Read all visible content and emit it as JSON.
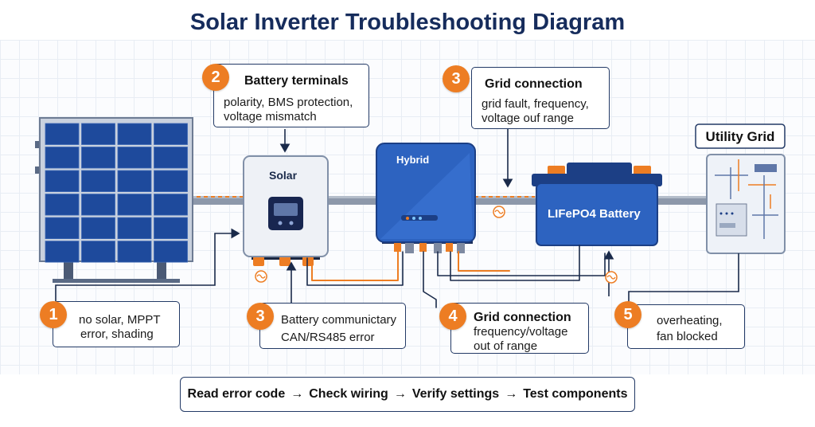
{
  "title": "Solar Inverter Troubleshooting Diagram",
  "devices": {
    "solar_inverter_label": "Solar",
    "hybrid_inverter_label": "Hybrid",
    "battery_label": "LIFePO4 Battery",
    "grid_label": "Utility Grid"
  },
  "callouts": [
    {
      "number": "2",
      "title": "Battery terminals",
      "lines": [
        "polarity, BMS protection,",
        "voltage mismatch"
      ]
    },
    {
      "number": "3",
      "title": "Grid connection",
      "lines": [
        "grid fault, frequency,",
        "voltage ouf range"
      ]
    },
    {
      "number": "1",
      "title": "",
      "lines": [
        "no solar, MPPT",
        "error, shading"
      ]
    },
    {
      "number": "3",
      "title": "",
      "lines": [
        "Battery communictary",
        "CAN/RS485 error"
      ]
    },
    {
      "number": "4",
      "title": "Grid connection",
      "lines": [
        "frequency/voltage",
        "out of range"
      ]
    },
    {
      "number": "5",
      "title": "",
      "lines": [
        "overheating,",
        "fan blocked"
      ]
    }
  ],
  "flow": {
    "steps": [
      "Read error code",
      "Check wiring",
      "Verify settings",
      "Test components"
    ],
    "separator": "→"
  },
  "colors": {
    "accent_orange": "#ed7d23",
    "navy": "#162c5c",
    "panel_blue": "#1e4a9c",
    "device_blue": "#2d63c0"
  }
}
